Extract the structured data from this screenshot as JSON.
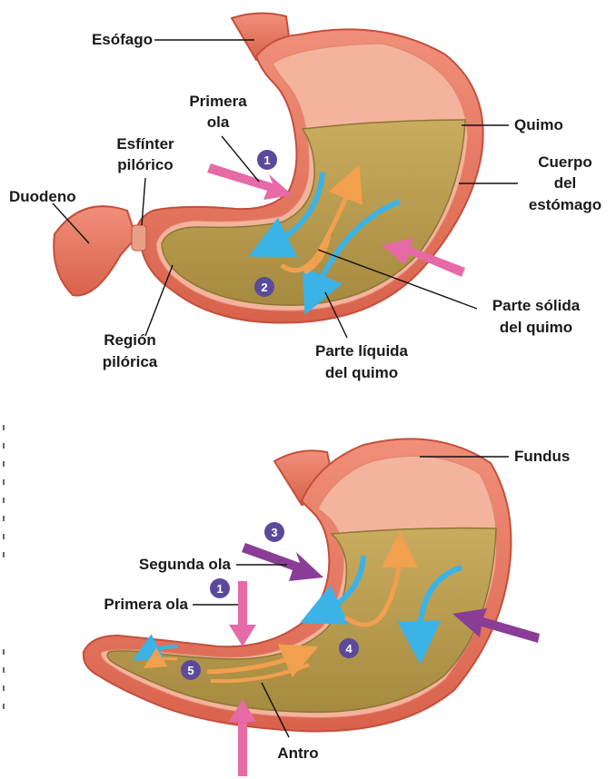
{
  "diagram": {
    "top": {
      "labels": {
        "esofago": "Esófago",
        "primera_ola": [
          "Primera",
          "ola"
        ],
        "esfinter": [
          "Esfínter",
          "pilórico"
        ],
        "duodeno": "Duodeno",
        "quimo": "Quimo",
        "cuerpo": [
          "Cuerpo",
          "del",
          "estómago"
        ],
        "parte_solida": [
          "Parte sólida",
          "del quimo"
        ],
        "parte_liquida": [
          "Parte líquida",
          "del quimo"
        ],
        "region_pilorica": [
          "Región",
          "pilórica"
        ]
      },
      "steps": [
        "1",
        "2"
      ]
    },
    "bottom": {
      "labels": {
        "fundus": "Fundus",
        "segunda_ola": "Segunda ola",
        "primera_ola": "Primera ola",
        "antro": "Antro"
      },
      "steps": [
        "3",
        "1",
        "4",
        "5"
      ]
    },
    "colors": {
      "stomach_wall": "#e8806a",
      "stomach_inner": "#f4b39c",
      "chyme": "#b89b4f",
      "chyme_dark": "#8d7634",
      "liquid_arrow": "#3bb3e6",
      "solid_arrow": "#f2a04e",
      "wave_arrow_pink": "#e66aa5",
      "wave_arrow_purple": "#8a3d96",
      "step_badge": "#5b4a9c"
    }
  }
}
